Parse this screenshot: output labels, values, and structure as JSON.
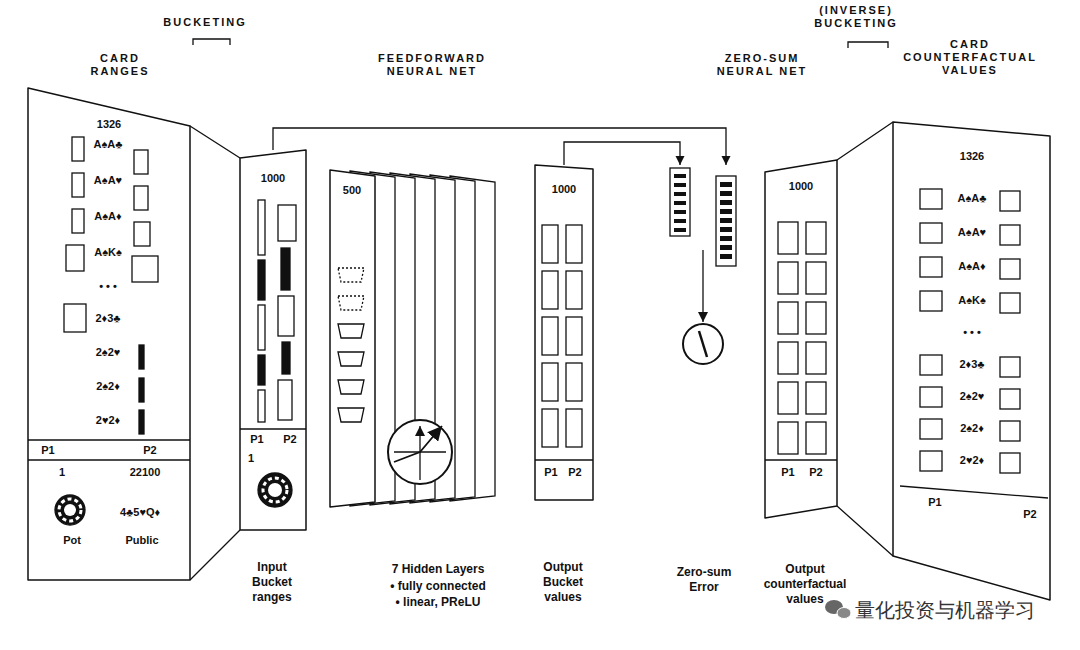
{
  "diagram": {
    "nodes": [
      {
        "text": [
          "1326"
        ]
      },
      {
        "text": [
          "1000",
          "Input Bucket ranges"
        ]
      },
      {
        "text": [
          "500",
          "7 Hidden Layers",
          "• fully connected",
          "• linear, PReLU"
        ]
      },
      {
        "text": [
          "1000",
          "Output Bucket values"
        ]
      },
      {
        "text": [
          "Zero-sum Error"
        ]
      },
      {
        "text": [
          "1000",
          "Output counterfactual values"
        ]
      },
      {
        "text": [
          "1326"
        ]
      }
    ],
    "edges": [
      {
        "from": 0,
        "to": 1,
        "arrow": "none"
      },
      {
        "from": 1,
        "to": 4,
        "arrow": "to"
      },
      {
        "from": 3,
        "to": 4,
        "arrow": "to"
      },
      {
        "from": 5,
        "to": 6,
        "arrow": "none"
      }
    ],
    "labels": [
      "BUCKETING",
      "CARD RANGES",
      "FEEDFORWARD NEURAL NET",
      "(INVERSE) BUCKETING",
      "ZERO-SUM NEURAL NET",
      "CARD COUNTERFACTUAL VALUES",
      "A♠A♣",
      "A♠A♥",
      "A♠A♦",
      "A♠K♠",
      "• • •",
      "2♦3♣",
      "2♠2♥",
      "2♠2♦",
      "2♥2♦",
      "P1",
      "P2",
      "1",
      "22100",
      "Pot",
      "4♣5♥Q♦",
      "Public",
      "P1",
      "P2",
      "1",
      "P1",
      "P2",
      "P1",
      "P2",
      "A♠A♣",
      "A♠A♥",
      "A♠A♦",
      "A♠K♠",
      "• • •",
      "2♦3♣",
      "2♠2♥",
      "2♠2♦",
      "2♥2♦",
      "P1",
      "P2",
      "量化投资与机器学习"
    ]
  }
}
